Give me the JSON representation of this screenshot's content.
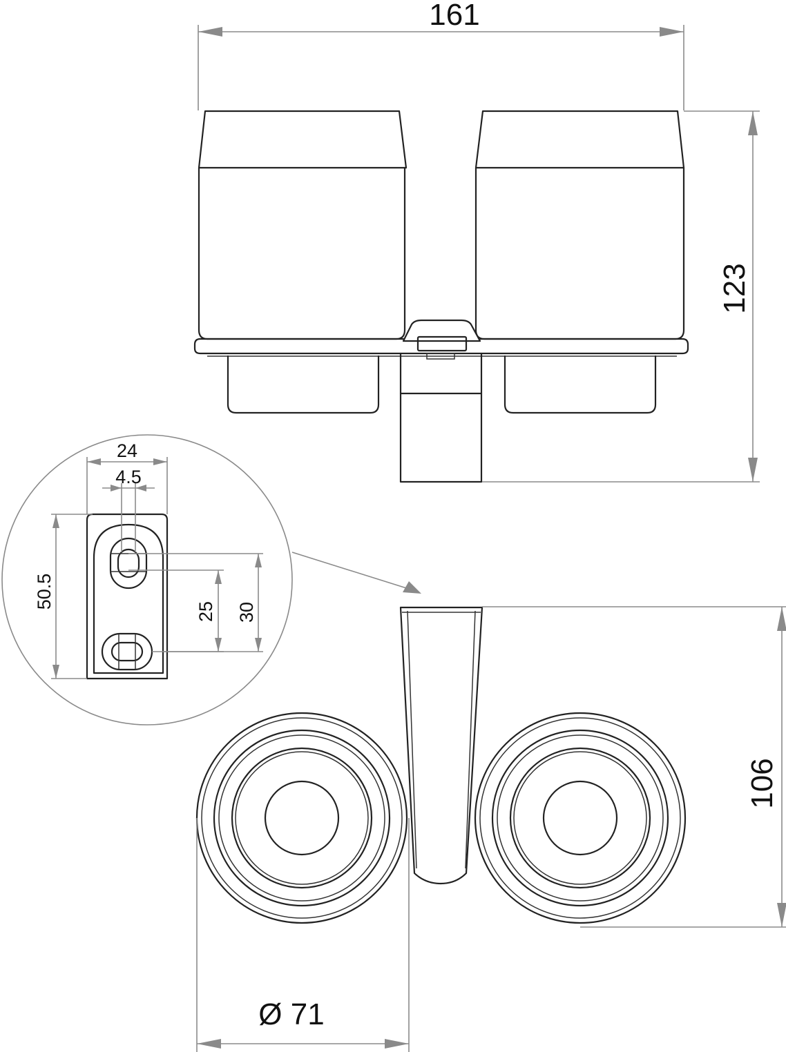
{
  "dimensions": {
    "overall_width": "161",
    "overall_height": "123",
    "depth": "106",
    "cup_diameter": "Ø 71"
  },
  "detail": {
    "bracket_width": "24",
    "slot_width": "4.5",
    "bracket_height": "50.5",
    "hole_spacing_inner": "25",
    "hole_spacing_outer": "30"
  }
}
